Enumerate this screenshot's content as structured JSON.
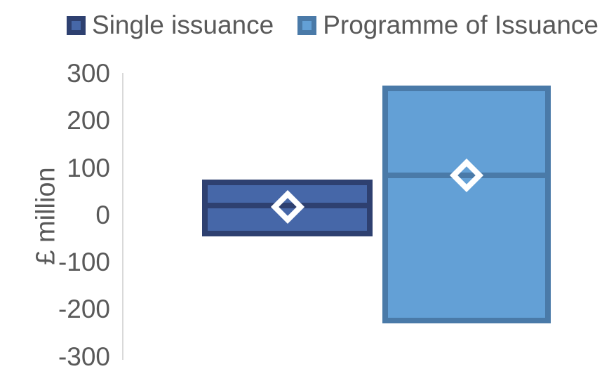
{
  "chart_data": {
    "type": "box",
    "title": "",
    "ylabel": "£ million",
    "ylim": [
      -300,
      300
    ],
    "ytick_values": [
      300,
      200,
      100,
      0,
      -100,
      -200,
      -300
    ],
    "ytick_labels": [
      "300",
      "200",
      "100",
      "0",
      "-100",
      "-200",
      "-300"
    ],
    "grid": false,
    "legend_position": "top",
    "mean_marker": "white-open-diamond",
    "series": [
      {
        "name": "Single issuance",
        "box_top": 75,
        "box_bottom": -45,
        "median": 20,
        "mean": 17,
        "fill": "#4667A8",
        "border": "#2E4070"
      },
      {
        "name": "Programme of Issuance",
        "box_top": 275,
        "box_bottom": -230,
        "median": 85,
        "mean": 85,
        "fill": "#63A0D6",
        "border": "#4A7AA8"
      }
    ],
    "colors": {
      "text": "#595959",
      "axis_line": "#D9D9D9",
      "mean_marker": "#FFFFFF",
      "background": "#FFFFFF"
    }
  }
}
